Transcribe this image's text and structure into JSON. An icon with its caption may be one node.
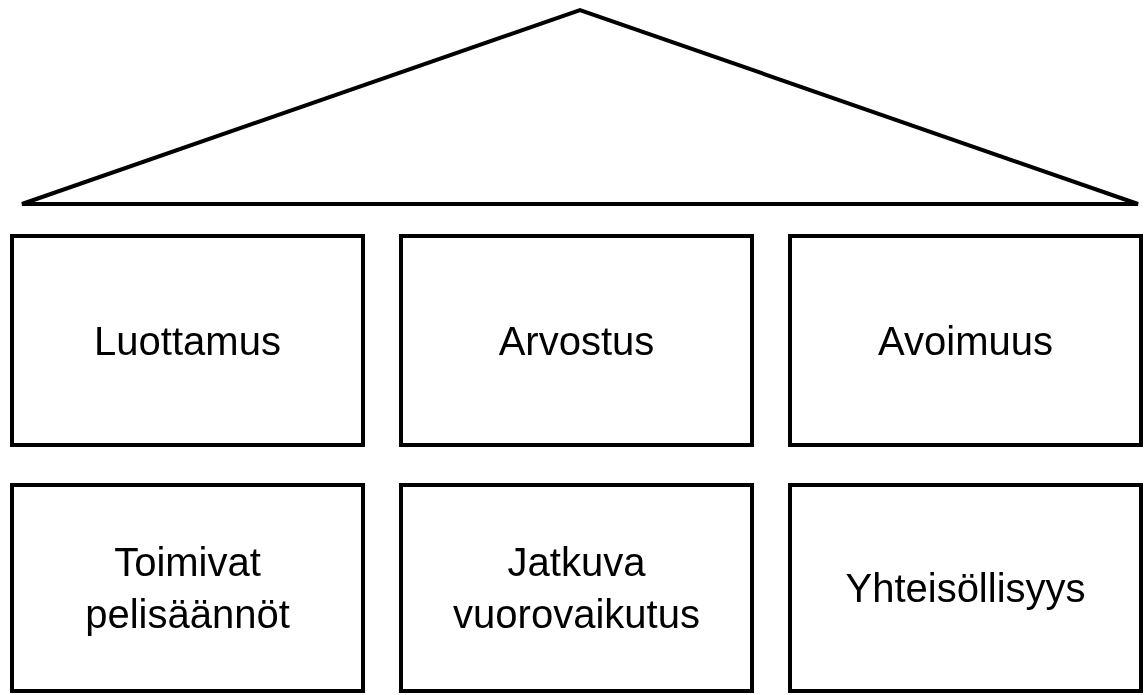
{
  "diagram": {
    "nodes": [
      {
        "text": [],
        "shape": "triangle"
      },
      {
        "text": [
          "Luottamus"
        ]
      },
      {
        "text": [
          "Arvostus"
        ]
      },
      {
        "text": [
          "Avoimuus"
        ]
      },
      {
        "text": [
          "Toimivat pelisäännöt"
        ]
      },
      {
        "text": [
          "Jatkuva vuorovaikutus"
        ]
      },
      {
        "text": [
          "Yhteisöllisyys"
        ]
      }
    ],
    "edges": []
  }
}
